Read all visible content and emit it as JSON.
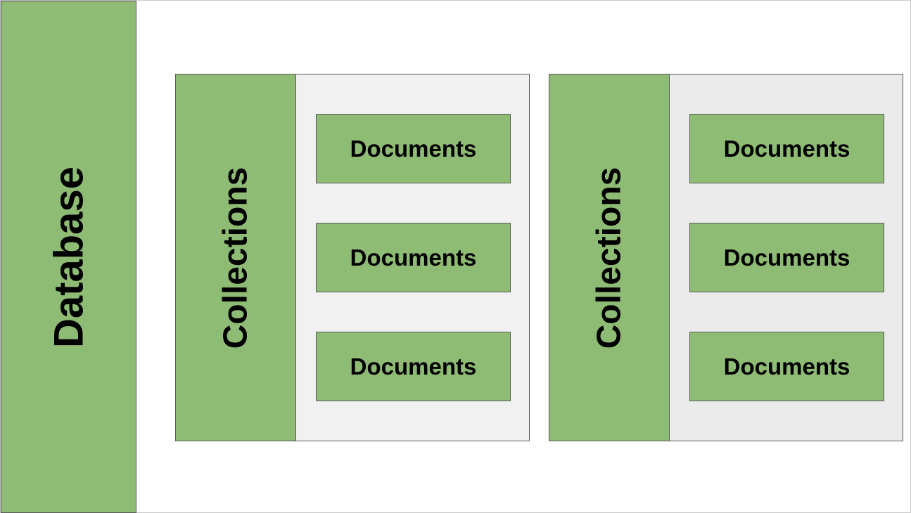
{
  "database": {
    "label": "Database"
  },
  "collections": [
    {
      "label": "Collections",
      "documents": [
        {
          "label": "Documents"
        },
        {
          "label": "Documents"
        },
        {
          "label": "Documents"
        }
      ]
    },
    {
      "label": "Collections",
      "documents": [
        {
          "label": "Documents"
        },
        {
          "label": "Documents"
        },
        {
          "label": "Documents"
        }
      ]
    }
  ],
  "colors": {
    "node_fill": "#8fbc75",
    "node_border": "#5a5a5a",
    "panel_1_fill": "#f1f1f1",
    "panel_2_fill": "#ebebeb",
    "text": "#000000"
  }
}
